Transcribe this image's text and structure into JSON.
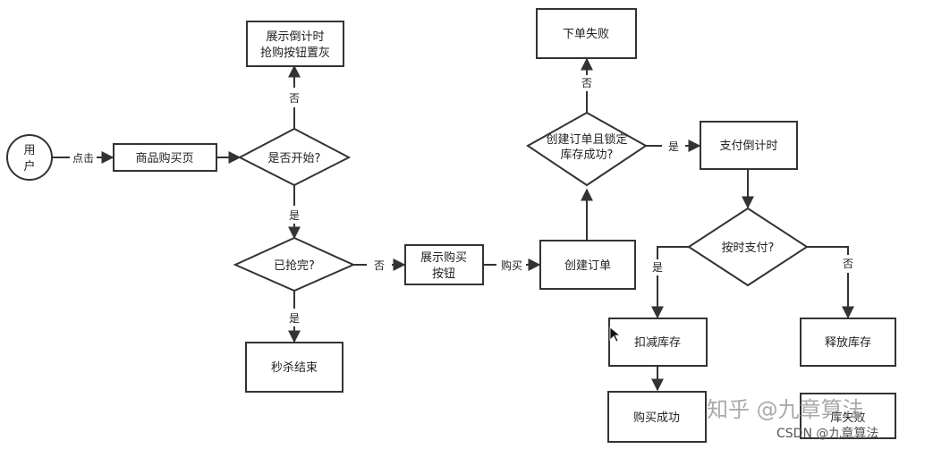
{
  "nodes": {
    "user": "用户",
    "product_page": "商品购买页",
    "started": "是否开始?",
    "countdown_line1": "展示倒计时",
    "countdown_line2": "抢购按钮置灰",
    "sold_out": "已抢完?",
    "flash_end": "秒杀结束",
    "show_buy_line1": "展示购买",
    "show_buy_line2": "按钮",
    "create_order": "创建订单",
    "lock_line1": "创建订单且锁定",
    "lock_line2": "库存成功?",
    "order_failed": "下单失败",
    "pay_countdown": "支付倒计时",
    "paid_on_time": "按时支付?",
    "deduct_stock": "扣减库存",
    "release_stock": "释放库存",
    "buy_success": "购买成功",
    "last_box_partial": "库失败"
  },
  "edges": {
    "click": "点击",
    "started_no": "否",
    "started_yes": "是",
    "soldout_no": "否",
    "soldout_yes": "是",
    "buy": "购买",
    "lock_no": "否",
    "lock_yes": "是",
    "paid_yes": "是",
    "paid_no": "否"
  },
  "watermarks": {
    "zhihu": "知乎 @九章算法",
    "csdn": "CSDN @九章算法"
  }
}
